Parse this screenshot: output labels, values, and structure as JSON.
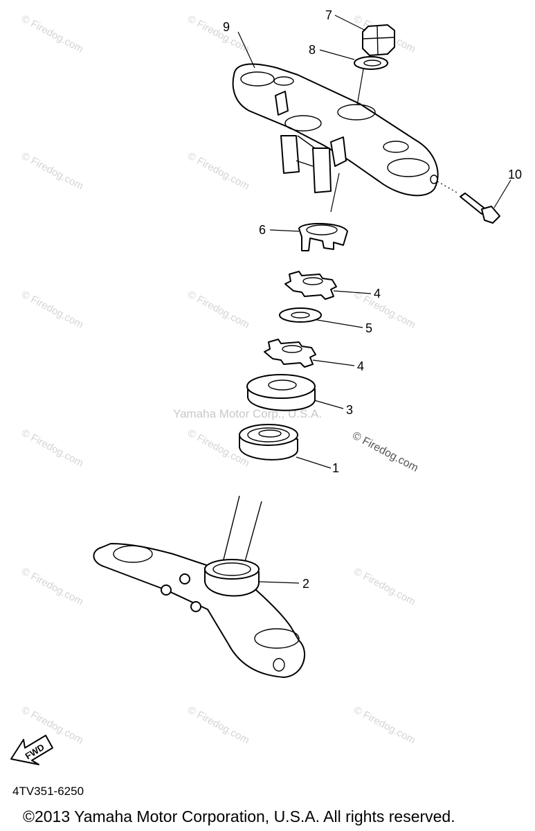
{
  "callouts": {
    "c1": "1",
    "c2": "2",
    "c3": "3",
    "c4a": "4",
    "c4b": "4",
    "c5": "5",
    "c6": "6",
    "c7": "7",
    "c8": "8",
    "c9": "9",
    "c10": "10"
  },
  "watermark": {
    "site": "© Firedog.com",
    "center": "Yamaha Motor Corp., U.S.A.",
    "mid_right": "© Firedog.com"
  },
  "fwd_label": "FWD",
  "diagram_code": "4TV351-6250",
  "copyright": "©2013 Yamaha Motor Corporation, U.S.A. All rights reserved."
}
